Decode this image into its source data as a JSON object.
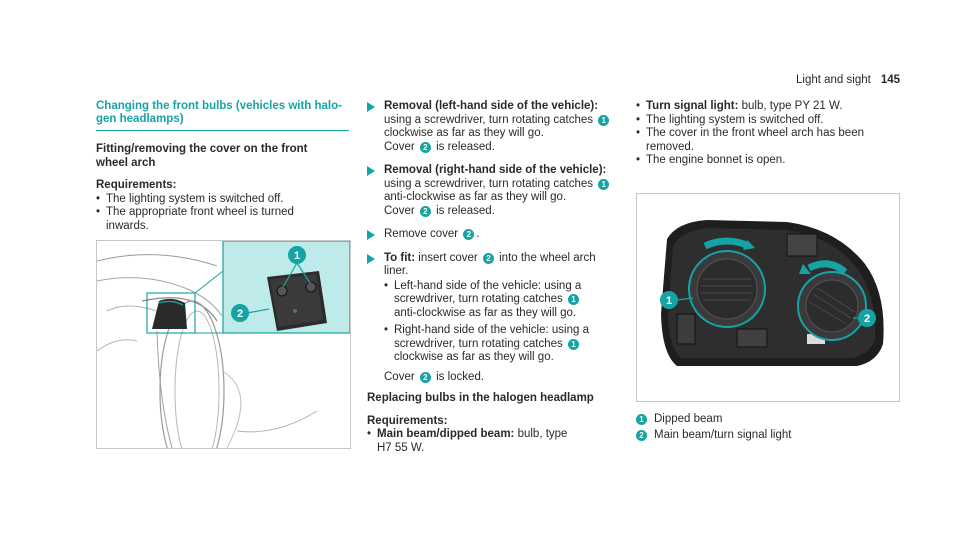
{
  "header": {
    "section": "Light and sight",
    "page_number": "145"
  },
  "col1": {
    "title": "Changing the front bulbs (vehicles with halo-gen headlamps)",
    "title_line1": "Changing the front bulbs (vehicles with halo-",
    "title_line2": "gen headlamps)",
    "subhead_line1": "Fitting/removing the cover on the front",
    "subhead_line2": "wheel arch",
    "req_label": "Requirements:",
    "req1": "The lighting system is switched off.",
    "req2_line1": "The appropriate front wheel is turned",
    "req2_line2": "inwards."
  },
  "col2": {
    "s1_b": "Removal (left-hand side of the vehicle):",
    "s1_l1": "using a screwdriver, turn rotating catches",
    "s1_l2": "clockwise as far as they will go.",
    "s1_l3a": "Cover",
    "s1_l3b": "is released.",
    "s2_b": "Removal (right-hand side of the vehicle):",
    "s2_l1": "using a screwdriver, turn rotating catches",
    "s2_l2": "anti-clockwise as far as they will go.",
    "s2_l3a": "Cover",
    "s2_l3b": "is released.",
    "s3_a": "Remove cover",
    "s3_b": ".",
    "s4_b": "To fit:",
    "s4_a": " insert cover",
    "s4_c": "into the wheel arch",
    "s4_l2": "liner.",
    "s4_sub1_l1": "Left-hand side of the vehicle: using a",
    "s4_sub1_l2": "screwdriver, turn rotating catches",
    "s4_sub1_l3": "anti-clockwise as far as they will go.",
    "s4_sub2_l1": "Right-hand side of the vehicle: using a",
    "s4_sub2_l2": "screwdriver, turn rotating catches",
    "s4_sub2_l3": "clockwise as far as they will go.",
    "s4_end_a": "Cover",
    "s4_end_b": "is locked.",
    "subhead2": "Replacing bulbs in the halogen headlamp",
    "req_label": "Requirements:",
    "req1_b": "Main beam/dipped beam:",
    "req1_a": " bulb, type",
    "req1_l2": "H7 55 W."
  },
  "col3": {
    "r1_b": "Turn signal light:",
    "r1_a": " bulb, type PY 21 W.",
    "r2": "The lighting system is switched off.",
    "r3_l1": "The cover in the front wheel arch has been",
    "r3_l2": "removed.",
    "r4": "The engine bonnet is open.",
    "legend1": "Dipped beam",
    "legend2": "Main beam/turn signal light"
  },
  "callouts": {
    "one": "1",
    "two": "2"
  },
  "colors": {
    "accent": "#16a3a6",
    "accent_light": "#bfeaea",
    "text": "#2a2a2a"
  }
}
